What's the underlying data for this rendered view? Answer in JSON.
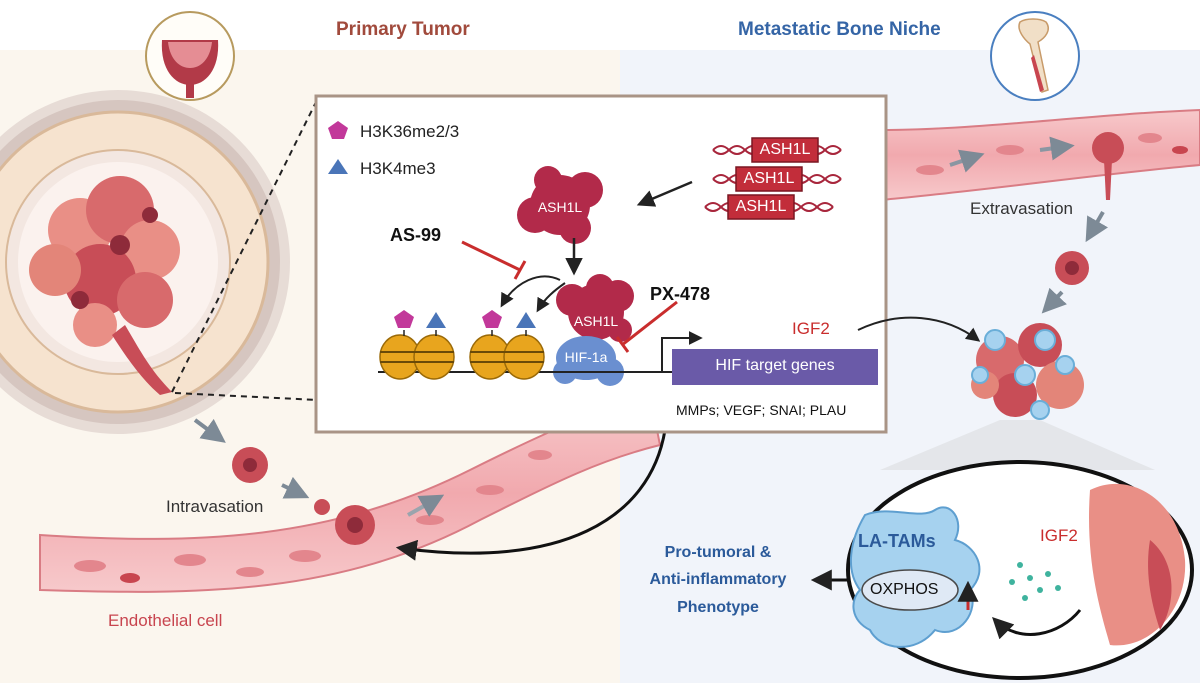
{
  "headers": {
    "primary": "Primary Tumor",
    "metastatic": "Metastatic Bone Niche"
  },
  "legend": [
    {
      "label": "H3K36me2/3",
      "icon": "pentagon-icon",
      "color": "#c2389a"
    },
    {
      "label": "H3K4me3",
      "icon": "triangle-icon",
      "color": "#4a75b8"
    }
  ],
  "mechanism": {
    "ash1l_genes": [
      "ASH1L",
      "ASH1L",
      "ASH1L"
    ],
    "ash1l_protein": "ASH1L",
    "ash1l_complex": "ASH1L",
    "hif": "HIF-1a",
    "inhibitor_1": "AS-99",
    "inhibitor_2": "PX-478",
    "igf2": "IGF2",
    "target_genes": "HIF target genes",
    "target_list": "MMPs; VEGF; SNAI; PLAU"
  },
  "labels": {
    "intravasation": "Intravasation",
    "endothelial": "Endothelial cell",
    "extravasation": "Extravasation"
  },
  "niche": {
    "cell": "LA-TAMs",
    "oxphos": "OXPHOS",
    "igf2": "IGF2",
    "phenotype": [
      "Pro-tumoral &",
      "Anti-inflammatory",
      "Phenotype"
    ]
  },
  "colors": {
    "primary_header": "#a14a3c",
    "metastatic_header": "#3565a6",
    "ash1l": "#b22a4a",
    "gene_box": "#c22d3a",
    "hif": "#6a8fd0",
    "target_box": "#6a5aa8",
    "inhibitor": "#c92d2d",
    "niche_text": "#2b5a9a",
    "vessel": "#f2b7bb"
  }
}
